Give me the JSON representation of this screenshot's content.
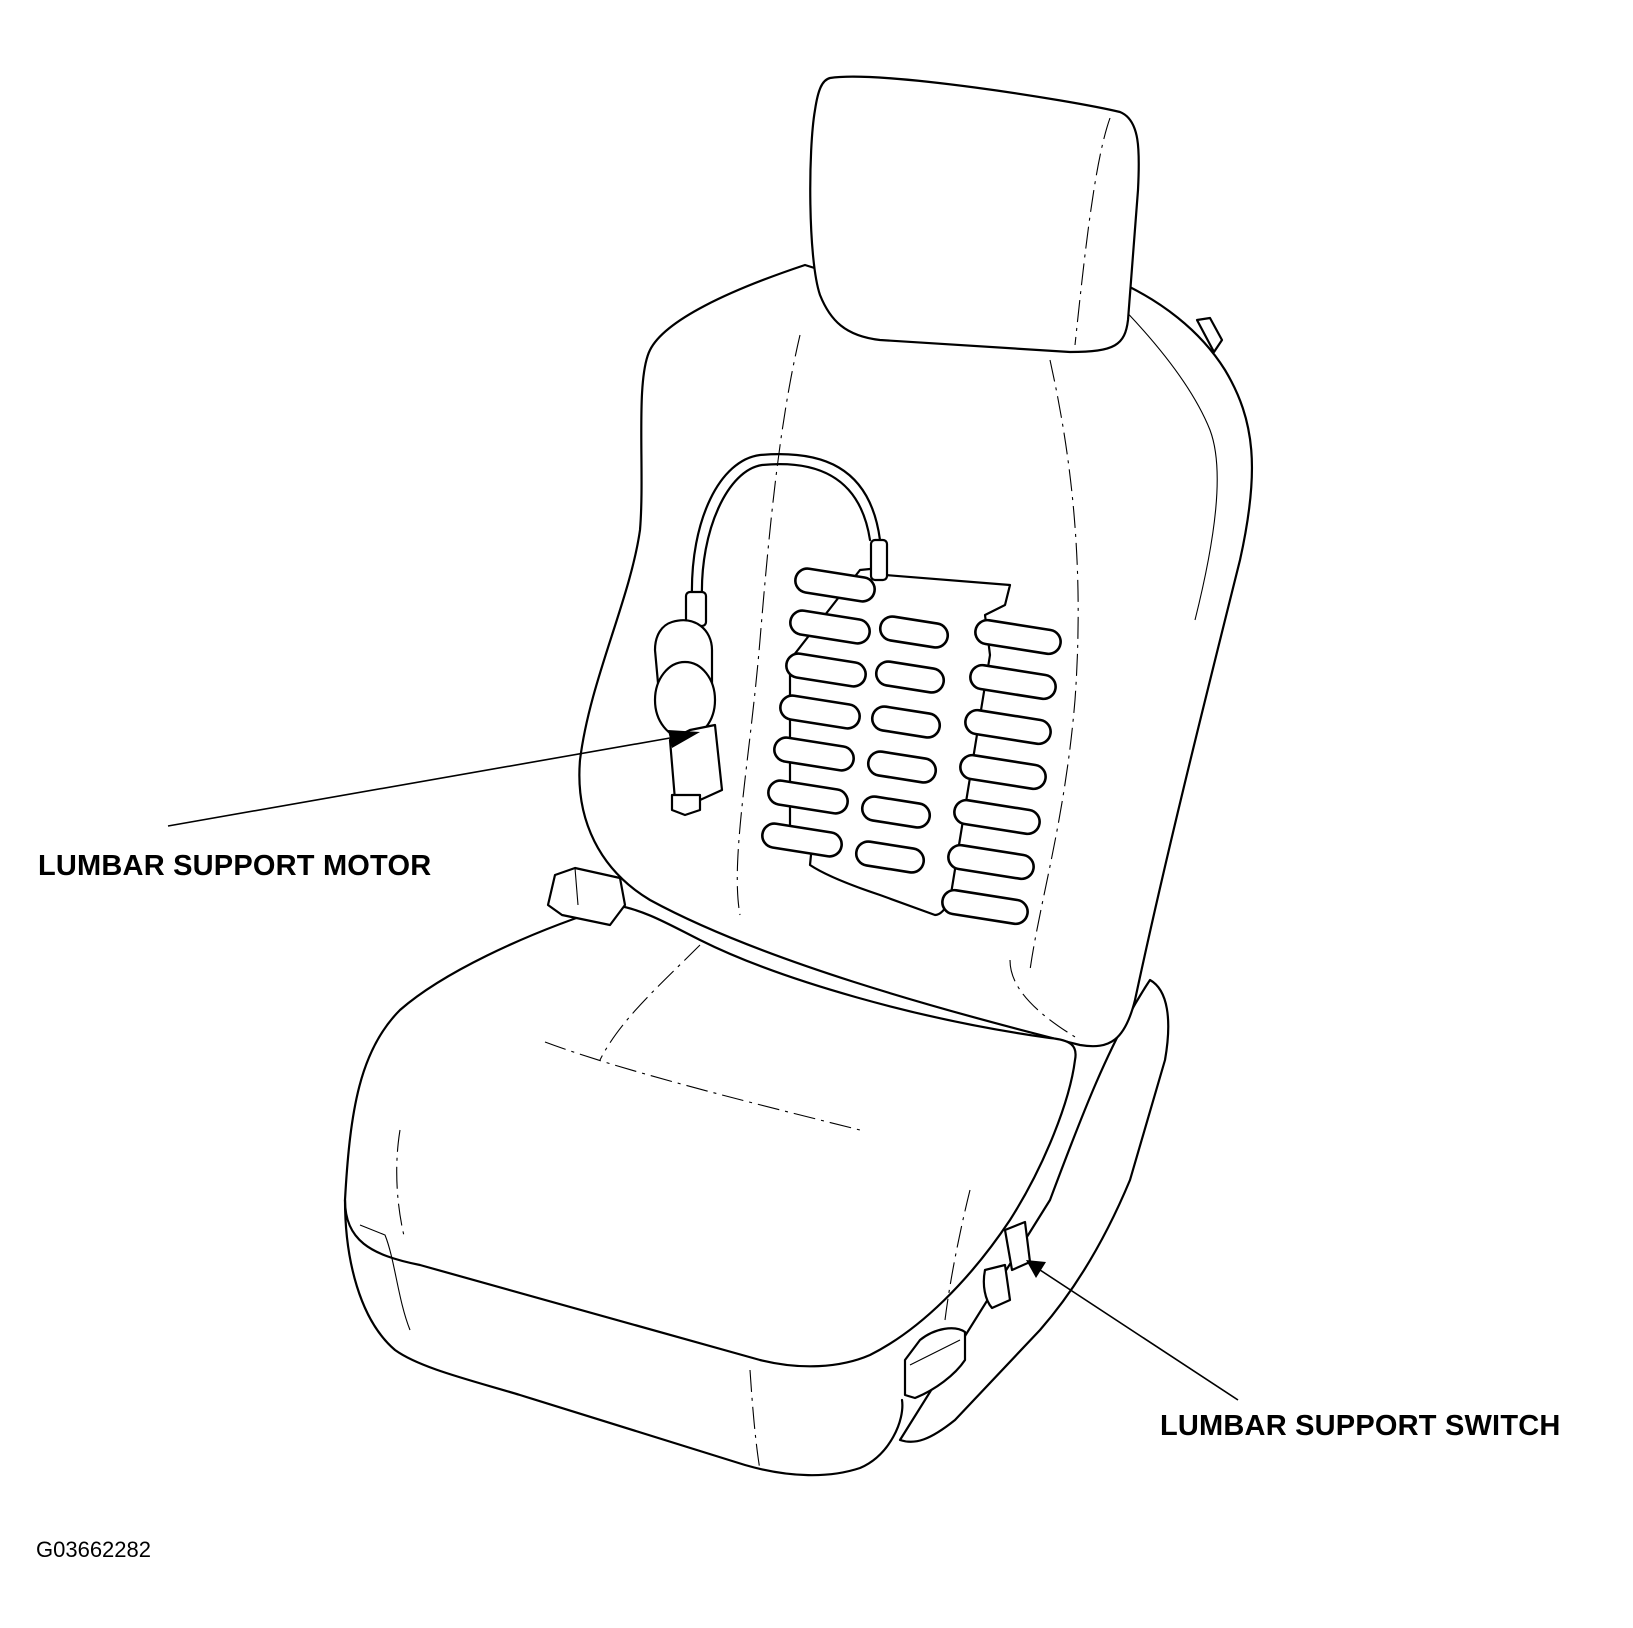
{
  "callouts": {
    "motor": "LUMBAR SUPPORT MOTOR",
    "switch": "LUMBAR SUPPORT SWITCH"
  },
  "figure_id": "G03662282",
  "icons": {
    "seat": "seat-illustration-icon",
    "motor": "lumbar-motor-icon",
    "switch": "seat-switch-icon"
  }
}
